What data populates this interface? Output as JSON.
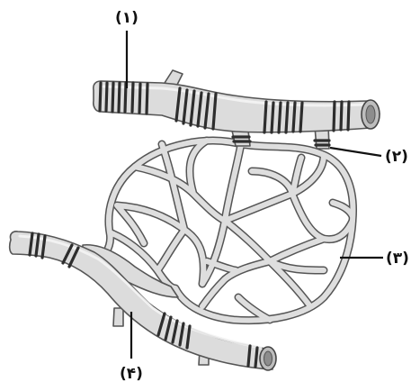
{
  "labels": {
    "arteriole": "(۱)",
    "sphincter": "(۲)",
    "capillary_bed": "(۳)",
    "venule": "(۴)"
  }
}
